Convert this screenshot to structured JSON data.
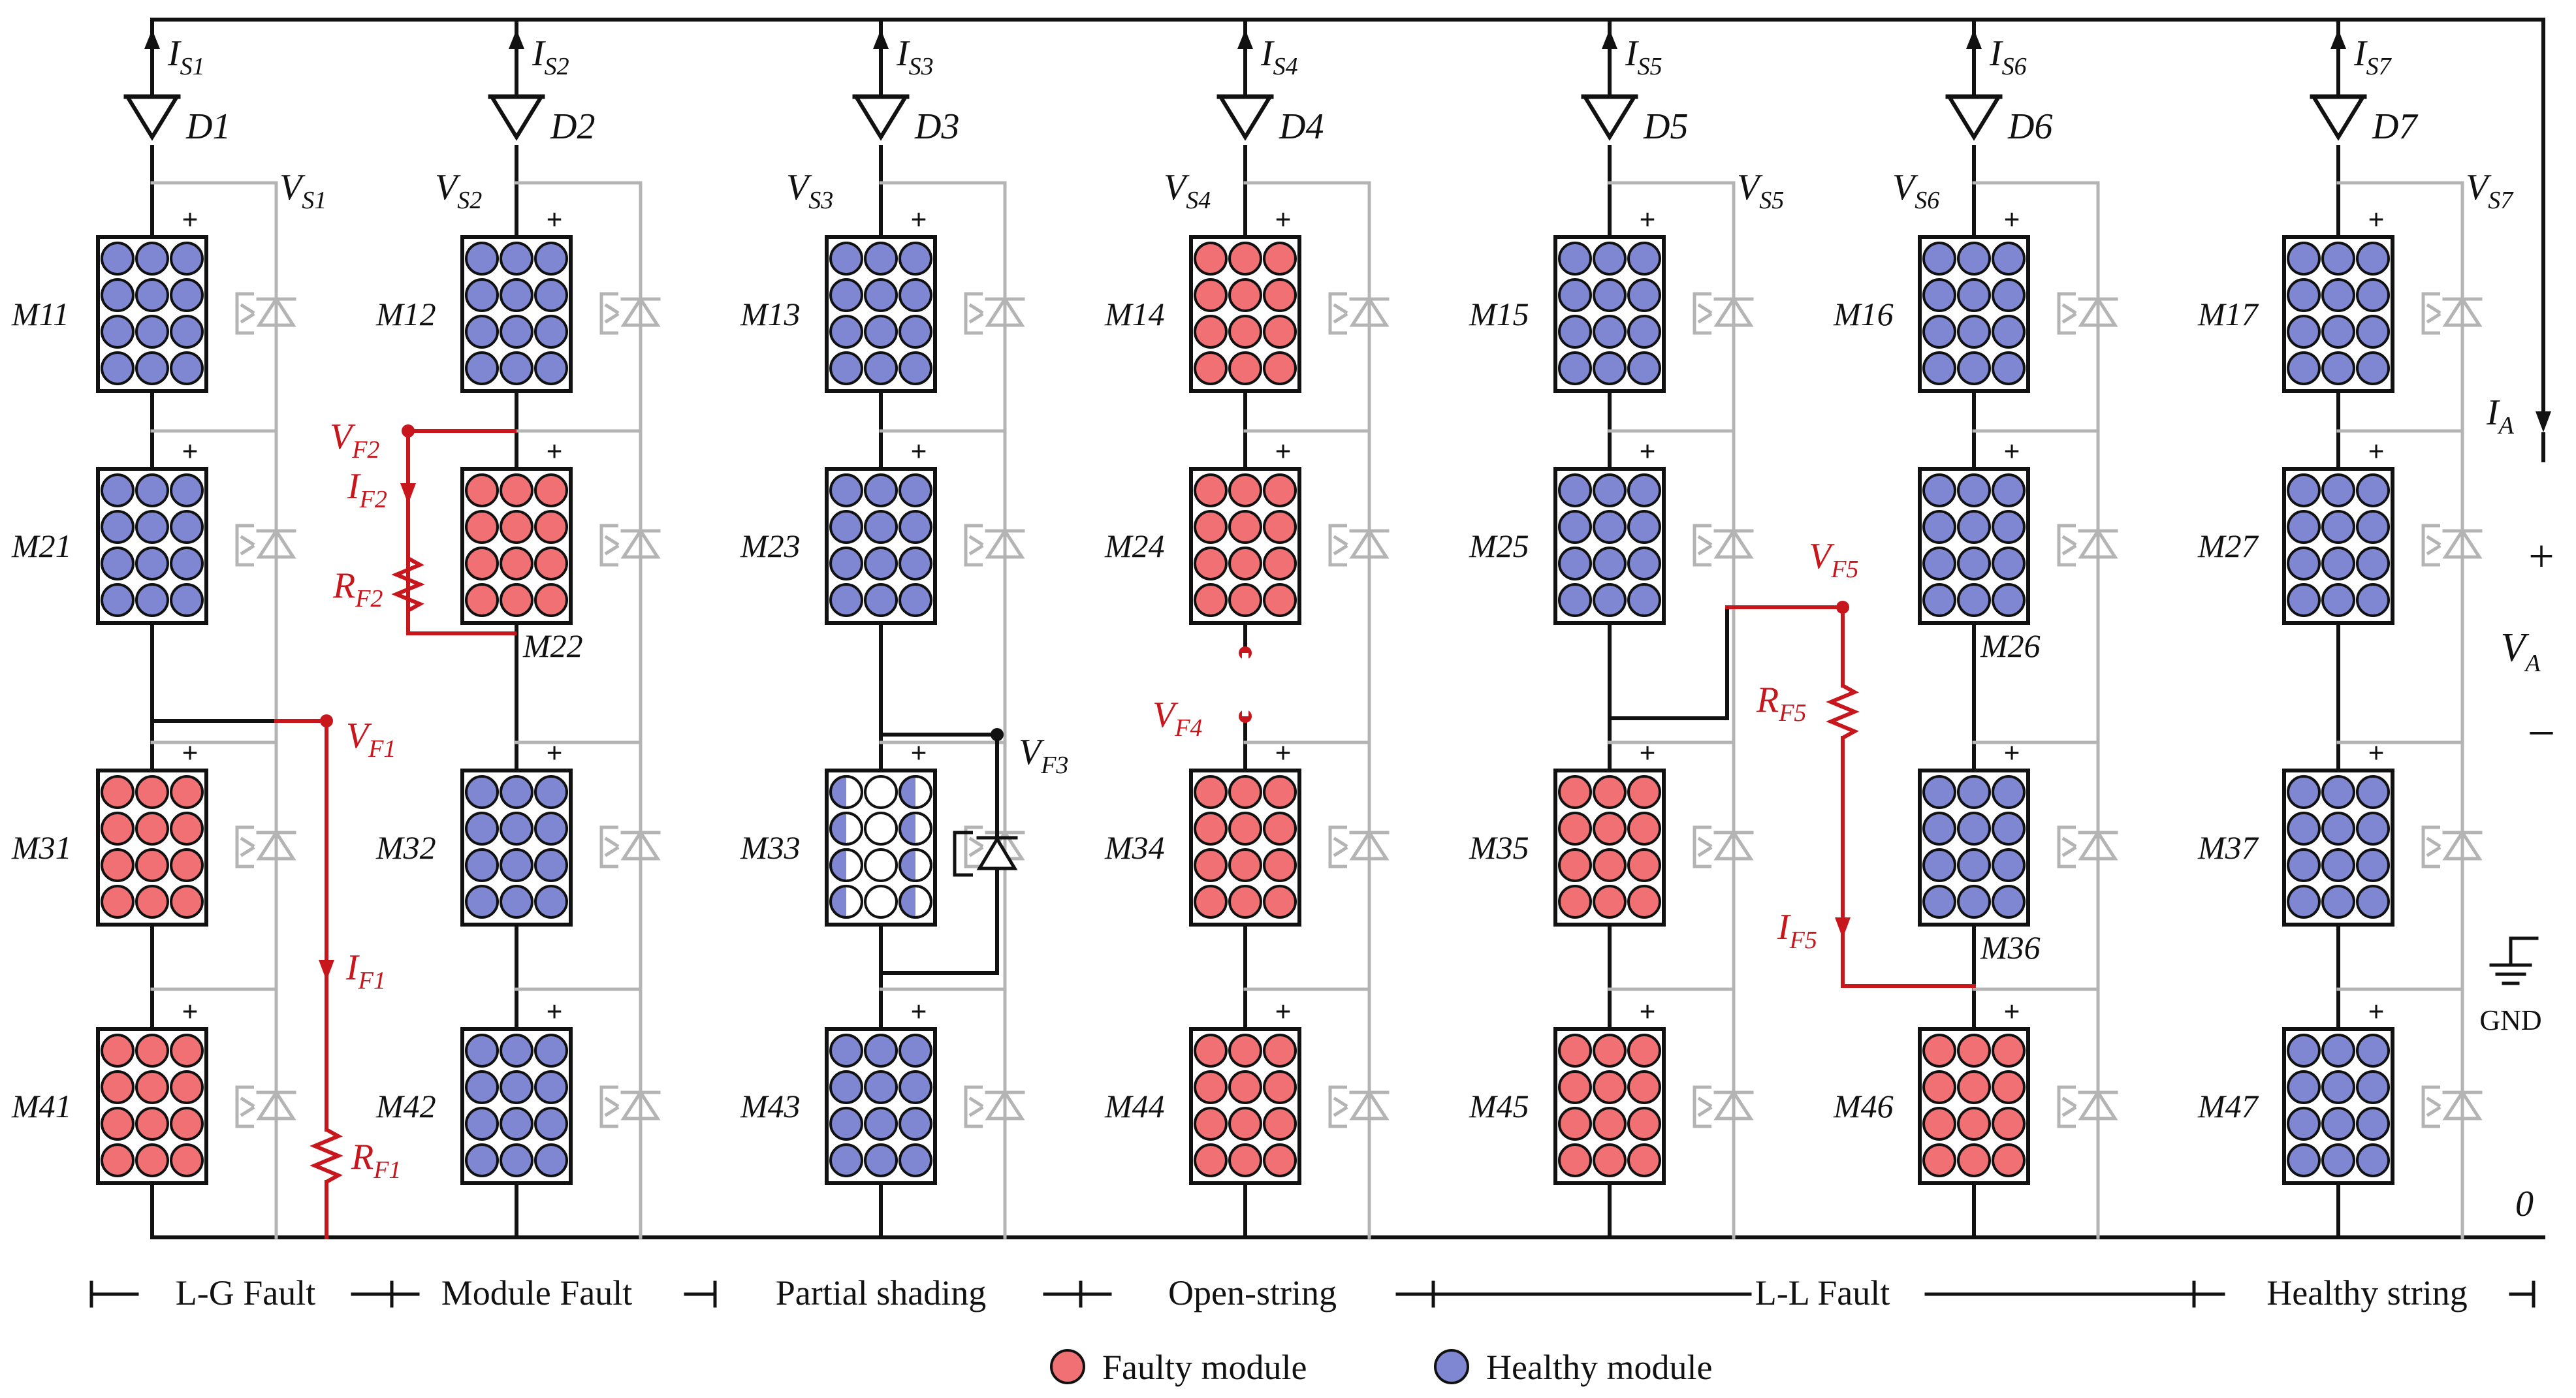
{
  "colors": {
    "faulty": "#f07074",
    "healthy": "#7f87d3",
    "fault_wire": "#c8161d",
    "bypass_grey": "#b4b4b4",
    "wire": "#111111"
  },
  "strings": [
    {
      "current": "I",
      "current_sub": "S1",
      "diode": "D1",
      "voltage": "V",
      "voltage_sub": "S1",
      "modules": [
        {
          "label": "M11",
          "state": "healthy"
        },
        {
          "label": "M21",
          "state": "healthy"
        },
        {
          "label": "M31",
          "state": "faulty"
        },
        {
          "label": "M41",
          "state": "faulty"
        }
      ]
    },
    {
      "current": "I",
      "current_sub": "S2",
      "diode": "D2",
      "voltage": "V",
      "voltage_sub": "S2",
      "modules": [
        {
          "label": "M12",
          "state": "healthy"
        },
        {
          "label": "M22",
          "state": "faulty"
        },
        {
          "label": "M32",
          "state": "healthy"
        },
        {
          "label": "M42",
          "state": "healthy"
        }
      ]
    },
    {
      "current": "I",
      "current_sub": "S3",
      "diode": "D3",
      "voltage": "V",
      "voltage_sub": "S3",
      "modules": [
        {
          "label": "M13",
          "state": "healthy"
        },
        {
          "label": "M23",
          "state": "healthy"
        },
        {
          "label": "M33",
          "state": "shaded"
        },
        {
          "label": "M43",
          "state": "healthy"
        }
      ]
    },
    {
      "current": "I",
      "current_sub": "S4",
      "diode": "D4",
      "voltage": "V",
      "voltage_sub": "S4",
      "modules": [
        {
          "label": "M14",
          "state": "faulty"
        },
        {
          "label": "M24",
          "state": "faulty"
        },
        {
          "label": "M34",
          "state": "faulty"
        },
        {
          "label": "M44",
          "state": "faulty"
        }
      ]
    },
    {
      "current": "I",
      "current_sub": "S5",
      "diode": "D5",
      "voltage": "V",
      "voltage_sub": "S5",
      "modules": [
        {
          "label": "M15",
          "state": "healthy"
        },
        {
          "label": "M25",
          "state": "healthy"
        },
        {
          "label": "M35",
          "state": "faulty"
        },
        {
          "label": "M45",
          "state": "faulty"
        }
      ]
    },
    {
      "current": "I",
      "current_sub": "S6",
      "diode": "D6",
      "voltage": "V",
      "voltage_sub": "S6",
      "modules": [
        {
          "label": "M16",
          "state": "healthy"
        },
        {
          "label": "M26",
          "state": "healthy"
        },
        {
          "label": "M36",
          "state": "healthy"
        },
        {
          "label": "M46",
          "state": "faulty"
        }
      ]
    },
    {
      "current": "I",
      "current_sub": "S7",
      "diode": "D7",
      "voltage": "V",
      "voltage_sub": "S7",
      "modules": [
        {
          "label": "M17",
          "state": "healthy"
        },
        {
          "label": "M27",
          "state": "healthy"
        },
        {
          "label": "M37",
          "state": "healthy"
        },
        {
          "label": "M47",
          "state": "healthy"
        }
      ]
    }
  ],
  "plus_sign": "+",
  "faults": {
    "vf1": "V",
    "vf1_sub": "F1",
    "if1": "I",
    "if1_sub": "F1",
    "rf1": "R",
    "rf1_sub": "F1",
    "vf2": "V",
    "vf2_sub": "F2",
    "if2": "I",
    "if2_sub": "F2",
    "rf2": "R",
    "rf2_sub": "F2",
    "vf3": "V",
    "vf3_sub": "F3",
    "vf4": "V",
    "vf4_sub": "F4",
    "vf5": "V",
    "vf5_sub": "F5",
    "if5": "I",
    "if5_sub": "F5",
    "rf5": "R",
    "rf5_sub": "F5"
  },
  "array": {
    "current": "I",
    "current_sub": "A",
    "voltage": "V",
    "voltage_sub": "A",
    "plus": "+",
    "minus": "−",
    "gnd": "GND",
    "zero": "0"
  },
  "segments": [
    {
      "label": "L-G Fault"
    },
    {
      "label": "Module Fault"
    },
    {
      "label": "Partial shading"
    },
    {
      "label": "Open-string"
    },
    {
      "label": "L-L Fault"
    },
    {
      "label": "Healthy string"
    }
  ],
  "legend": {
    "faulty": "Faulty module",
    "healthy": "Healthy module"
  }
}
